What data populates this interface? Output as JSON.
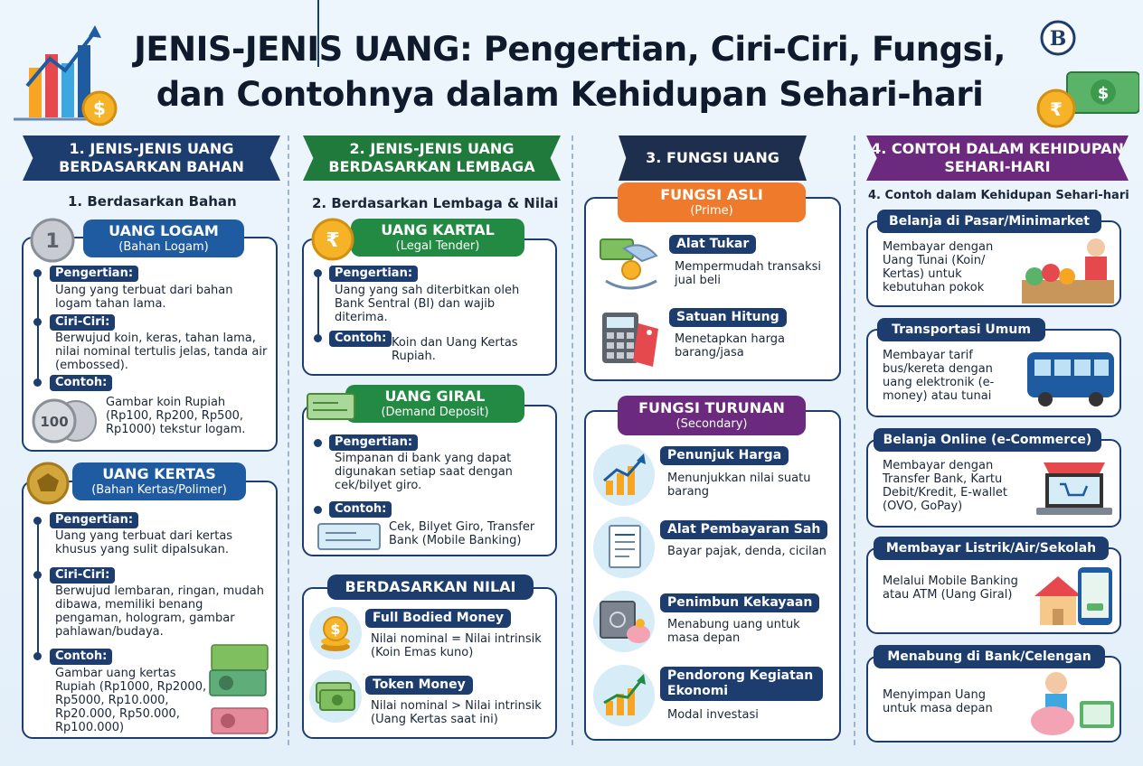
{
  "title": {
    "line1": "JENIS-JENIS UANG: Pengertian, Ciri-Ciri, Fungsi,",
    "line2": "dan Contohnya dalam Kehidupan Sehari-hari"
  },
  "logo": {
    "text": "B"
  },
  "col1": {
    "banner": "1. JENIS-JENIS UANG BERDASARKAN BAHAN",
    "subhead": "1. Berdasarkan Bahan",
    "logam": {
      "title": "UANG LOGAM",
      "subtitle": "(Bahan Logam)",
      "coin_label": "1",
      "pengertian_label": "Pengertian:",
      "pengertian": "Uang yang terbuat dari bahan logam tahan lama.",
      "ciri_label": "Ciri-Ciri:",
      "ciri": "Berwujud koin, keras, tahan lama, nilai nominal tertulis jelas, tanda air (embossed).",
      "contoh_label": "Contoh:",
      "contoh": "Gambar koin Rupiah (Rp100, Rp200, Rp500, Rp1000) tekstur logam.",
      "coin_value": "100"
    },
    "kertas": {
      "title": "UANG KERTAS",
      "subtitle": "(Bahan Kertas/Polimer)",
      "pengertian_label": "Pengertian:",
      "pengertian": "Uang yang terbuat dari kertas khusus yang sulit dipalsukan.",
      "ciri_label": "Ciri-Ciri:",
      "ciri": "Berwujud lembaran, ringan, mudah dibawa, memiliki benang pengaman, hologram, gambar pahlawan/budaya.",
      "contoh_label": "Contoh:",
      "contoh": "Gambar uang kertas Rupiah (Rp1000, Rp2000, Rp5000, Rp10.000, Rp20.000, Rp50.000, Rp100.000)"
    }
  },
  "col2": {
    "banner": "2. JENIS-JENIS UANG BERDASARKAN LEMBAGA",
    "subhead": "2. Berdasarkan Lembaga & Nilai",
    "kartal": {
      "title": "UANG KARTAL",
      "subtitle": "(Legal Tender)",
      "pengertian_label": "Pengertian:",
      "pengertian": "Uang yang sah diterbitkan oleh Bank Sentral (BI) dan wajib diterima.",
      "contoh_label": "Contoh:",
      "contoh": "Koin dan Uang Kertas Rupiah."
    },
    "giral": {
      "title": "UANG GIRAL",
      "subtitle": "(Demand Deposit)",
      "pengertian_label": "Pengertian:",
      "pengertian": "Simpanan di bank yang dapat digunakan setiap saat dengan cek/bilyet giro.",
      "contoh_label": "Contoh:",
      "contoh": "Cek, Bilyet Giro, Transfer Bank (Mobile Banking)"
    },
    "nilai": {
      "title": "BERDASARKAN NILAI",
      "full_label": "Full Bodied Money",
      "full_text": "Nilai nominal = Nilai intrinsik (Koin Emas kuno)",
      "token_label": "Token Money",
      "token_text": "Nilai nominal > Nilai intrinsik (Uang Kertas saat ini)"
    }
  },
  "col3": {
    "banner": "3. FUNGSI UANG",
    "asli": {
      "title": "FUNGSI ASLI",
      "subtitle": "(Prime)",
      "items": [
        {
          "label": "Alat Tukar",
          "text": "Mempermudah transaksi jual beli"
        },
        {
          "label": "Satuan Hitung",
          "text": "Menetapkan harga barang/jasa"
        }
      ]
    },
    "turunan": {
      "title": "FUNGSI TURUNAN",
      "subtitle": "(Secondary)",
      "items": [
        {
          "label": "Penunjuk Harga",
          "text": "Menunjukkan nilai suatu barang"
        },
        {
          "label": "Alat Pembayaran Sah",
          "text": "Bayar pajak, denda, cicilan"
        },
        {
          "label": "Penimbun Kekayaan",
          "text": "Menabung uang untuk masa depan"
        },
        {
          "label": "Pendorong Kegiatan Ekonomi",
          "text": "Modal investasi"
        }
      ]
    }
  },
  "col4": {
    "banner": "4. CONTOH DALAM KEHIDUPAN SEHARI-HARI",
    "subhead": "4. Contoh dalam Kehidupan Sehari-hari",
    "items": [
      {
        "title": "Belanja di Pasar/Minimarket",
        "text": "Membayar dengan Uang Tunai (Koin/ Kertas) untuk kebutuhan pokok"
      },
      {
        "title": "Transportasi Umum",
        "text": "Membayar tarif bus/kereta dengan uang elektronik (e-money) atau tunai"
      },
      {
        "title": "Belanja Online (e-Commerce)",
        "text": "Membayar dengan Transfer Bank, Kartu Debit/Kredit, E-wallet (OVO, GoPay)"
      },
      {
        "title": "Membayar Listrik/Air/Sekolah",
        "text": "Melalui Mobile Banking atau ATM (Uang Giral)"
      },
      {
        "title": "Menabung di Bank/Celengan",
        "text": "Menyimpan Uang untuk masa depan"
      }
    ]
  },
  "colors": {
    "navy": "#1c3d6e",
    "blue": "#1f5ba0",
    "green": "#228a43",
    "orange": "#ef7a2c",
    "purple": "#6b2a7e"
  }
}
